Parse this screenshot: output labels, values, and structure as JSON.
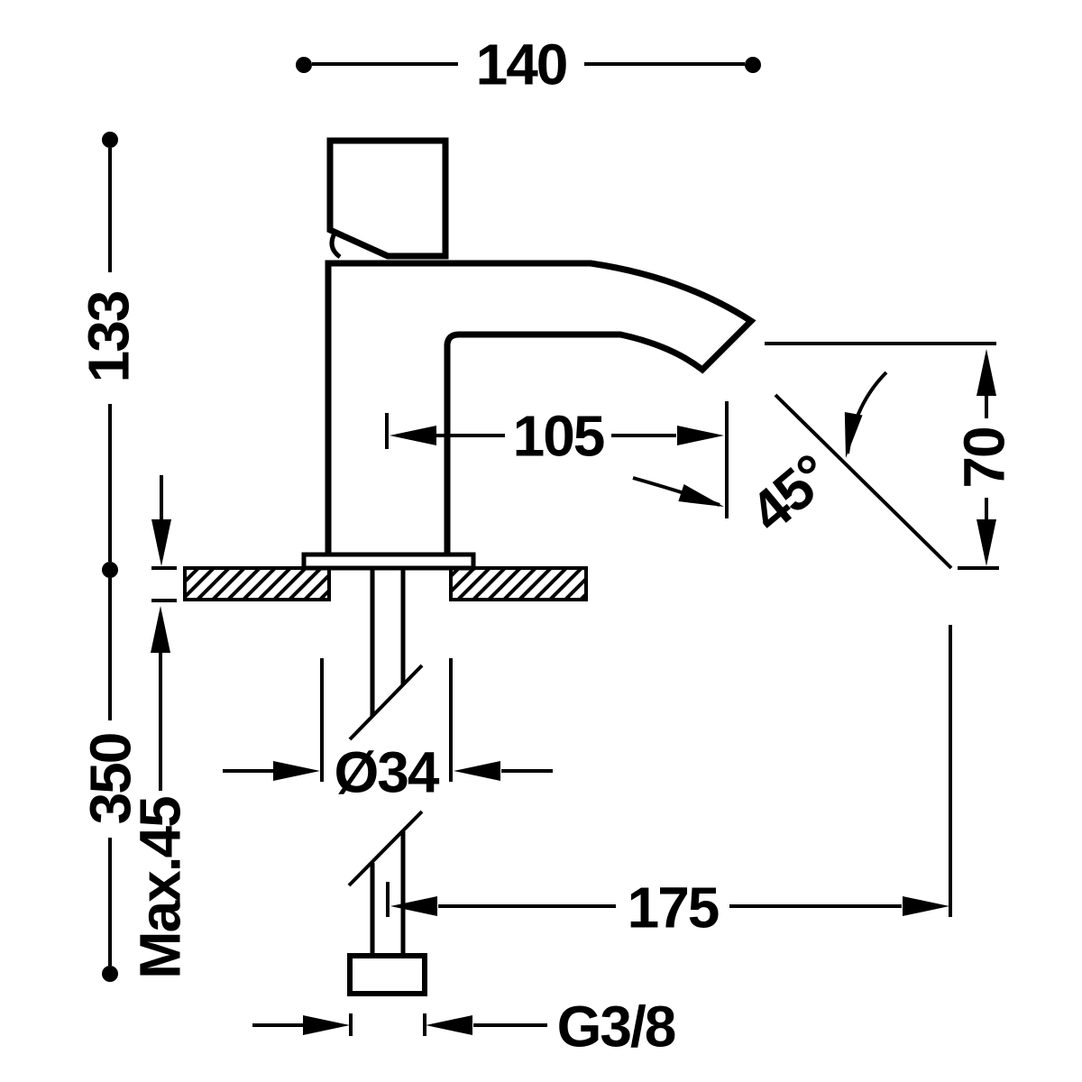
{
  "diagram": {
    "title": "single-hole basin tap dimensional drawing",
    "dimensions": {
      "overall_width": "140",
      "height_above_deck": "133",
      "spout_projection": "105",
      "spout_angle": "45°",
      "outlet_height": "70",
      "hose_length": "350",
      "max_deck_thickness": "Max.45",
      "body_diameter": "Ø34",
      "hose_reach": "175",
      "connection_thread": "G3/8"
    },
    "colors": {
      "line": "#000000",
      "background": "#ffffff"
    }
  }
}
